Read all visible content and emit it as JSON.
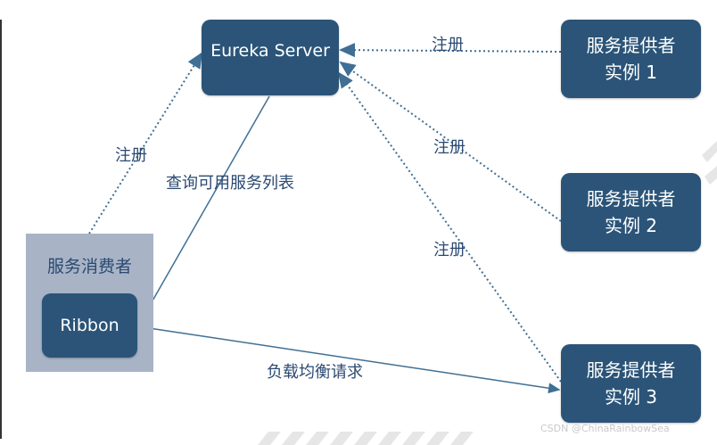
{
  "diagram": {
    "server": {
      "label": "Eureka Server"
    },
    "providers": [
      {
        "line1": "服务提供者",
        "line2": "实例 1"
      },
      {
        "line1": "服务提供者",
        "line2": "实例 2"
      },
      {
        "line1": "服务提供者",
        "line2": "实例 3"
      }
    ],
    "consumer": {
      "title": "服务消费者",
      "ribbon": "Ribbon"
    },
    "edges": {
      "register_p1": "注册",
      "register_p2": "注册",
      "register_p3": "注册",
      "register_consumer": "注册",
      "query_list": "查询可用服务列表",
      "load_balance": "负载均衡请求"
    },
    "colors": {
      "node": "#2b5478",
      "consumer_bg": "#a8b4c6",
      "line": "#3f6f94",
      "label": "#2b4a72"
    }
  },
  "watermark": "CSDN @ChinaRainbowSea"
}
